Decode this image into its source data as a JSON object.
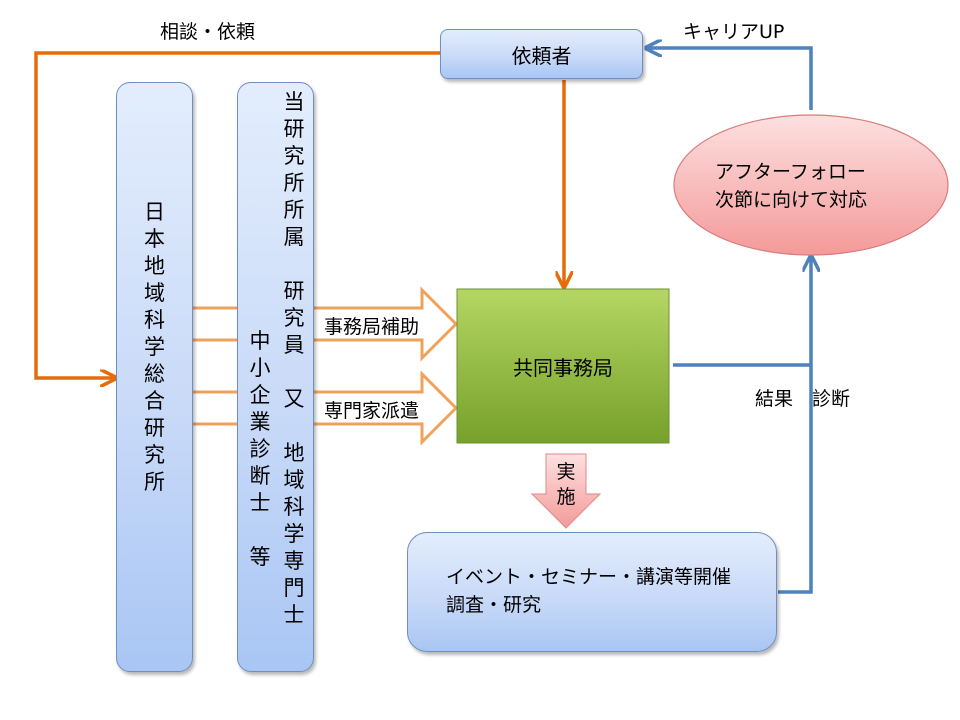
{
  "colors": {
    "orange": "#e46c0a",
    "orange_light": "#f4a460",
    "blue_line": "#4f81bd",
    "green_box": "#8fbc3a",
    "pink": "#f7a5a5"
  },
  "requester": {
    "label": "依頼者"
  },
  "consult_label": "相談・依頼",
  "career_label": "キャリアUP",
  "institute": {
    "chars": [
      "日",
      "本",
      "地",
      "域",
      "科",
      "学",
      "総",
      "合",
      "研",
      "究",
      "所"
    ]
  },
  "staff": {
    "col_right": [
      "当",
      "研",
      "究",
      "所",
      "所",
      "属",
      "",
      "研",
      "究",
      "員",
      "",
      "又",
      "",
      "地",
      "域",
      "科",
      "学",
      "専",
      "門",
      "士"
    ],
    "col_left": [
      "中",
      "小",
      "企",
      "業",
      "診",
      "断",
      "士",
      "",
      "等"
    ]
  },
  "arrow_assist": {
    "label": "事務局補助"
  },
  "arrow_dispatch": {
    "label": "専門家派遣"
  },
  "joint_office": {
    "label": "共同事務局"
  },
  "implement_arrow": {
    "chars": [
      "実",
      "施"
    ]
  },
  "events_box": {
    "line1": "イベント・セミナー・講演等開催",
    "line2": "調査・研究"
  },
  "after_follow": {
    "line1": "アフターフォロー",
    "line2": "次節に向けて対応"
  },
  "result_label": "結果　診断"
}
